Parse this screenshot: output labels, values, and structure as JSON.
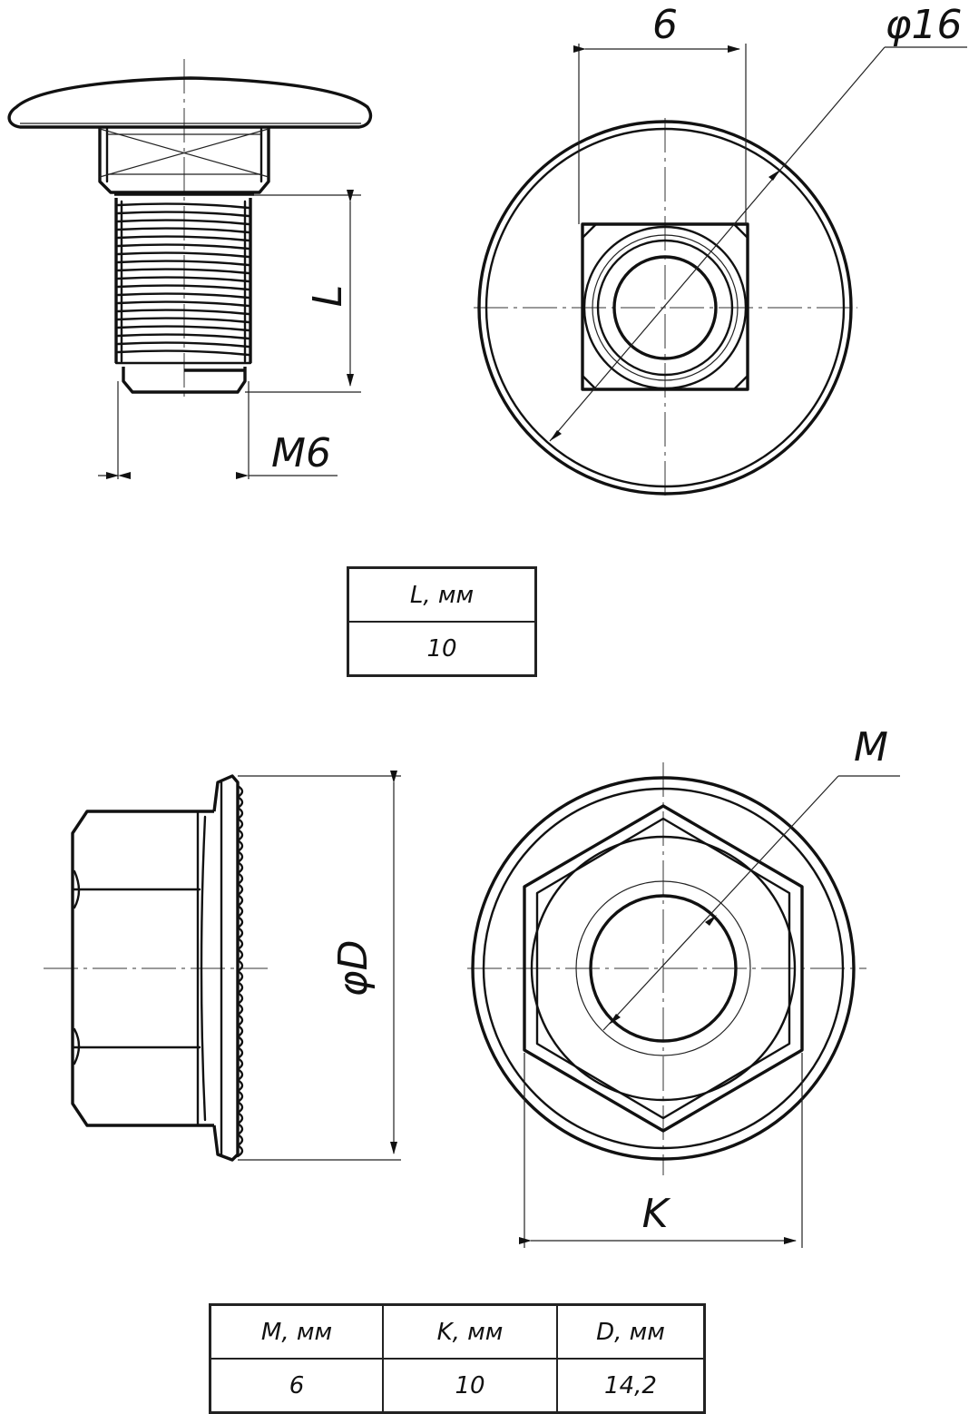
{
  "dimensions": {
    "bolt_length": "L",
    "bolt_thread": "M6",
    "square_size": "6",
    "head_diameter": "φ16",
    "nut_thread": "M",
    "nut_flange": "φD",
    "nut_width": "K"
  },
  "table_bolt": {
    "headers": [
      "L, мм"
    ],
    "values": [
      "10"
    ]
  },
  "table_nut": {
    "headers": [
      "M, мм",
      "K, мм",
      "D, мм"
    ],
    "values": [
      "6",
      "10",
      "14,2"
    ]
  }
}
